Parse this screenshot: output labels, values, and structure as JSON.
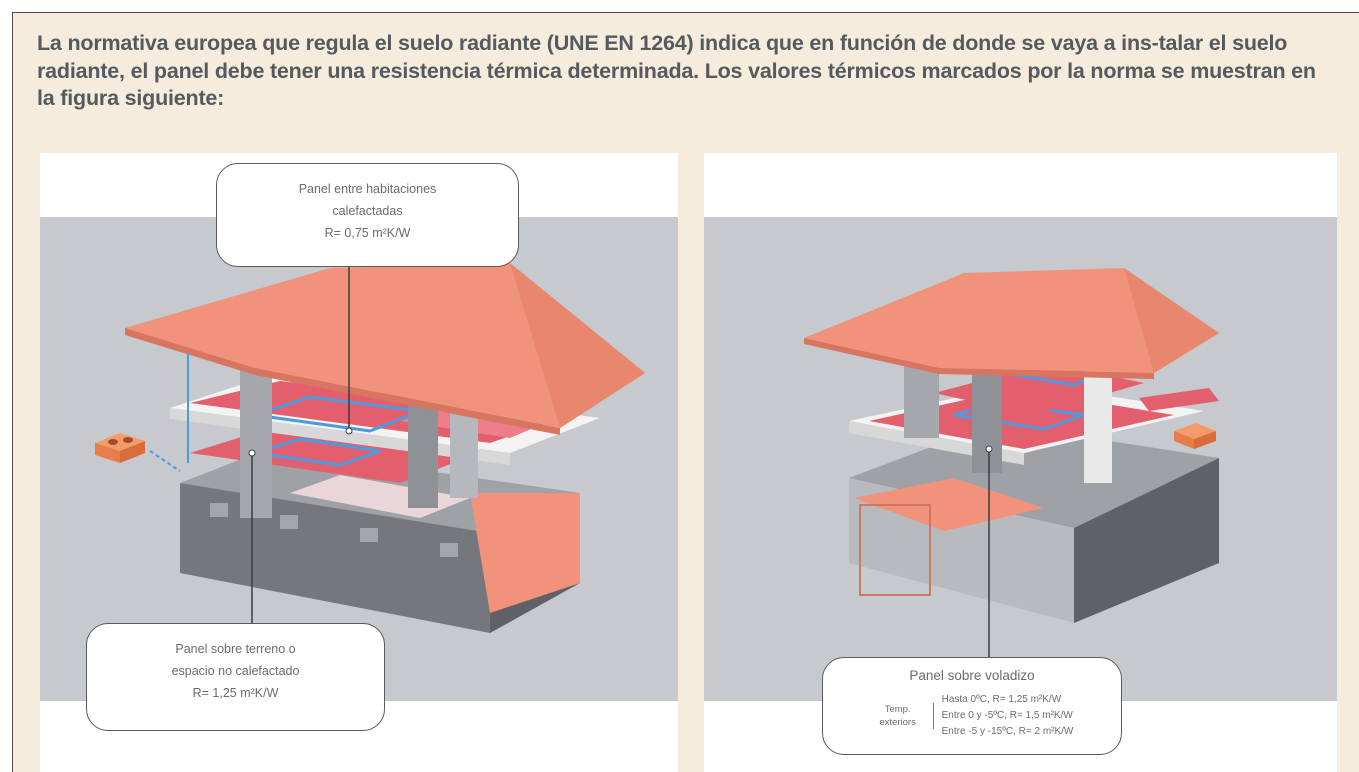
{
  "intro_text": "La normativa europea que regula el suelo radiante (UNE EN 1264) indica que en función de donde se vaya a ins-talar el suelo radiante, el panel debe tener una resistencia térmica determinada. Los valores térmicos marcados por la norma se muestran en la figura siguiente:",
  "left_panel": {
    "callout_top": {
      "line1": "Panel entre habitaciones",
      "line2": "calefactadas",
      "line3": "R= 0,75 m²K/W"
    },
    "callout_bottom": {
      "line1": "Panel sobre terreno o",
      "line2": "espacio no calefactado",
      "line3": "R= 1,25 m²K/W"
    }
  },
  "right_panel": {
    "callout": {
      "title": "Panel sobre voladizo",
      "temp_label_line1": "Temp.",
      "temp_label_line2": "exteriors",
      "rows": [
        "Hasta 0ºC, R= 1,25 m²K/W",
        "Entre 0 y -5ºC, R= 1,5 m²K/W",
        "Entre -5 y -15ºC, R= 2 m²K/W"
      ]
    }
  },
  "colors": {
    "background": "#f6ecdd",
    "scene_grey": "#c6c9ce",
    "roof": "#f0937a",
    "radiant_floor": "#e35f6e",
    "pipe": "#4a9be0",
    "ground_block": "#74777c"
  }
}
